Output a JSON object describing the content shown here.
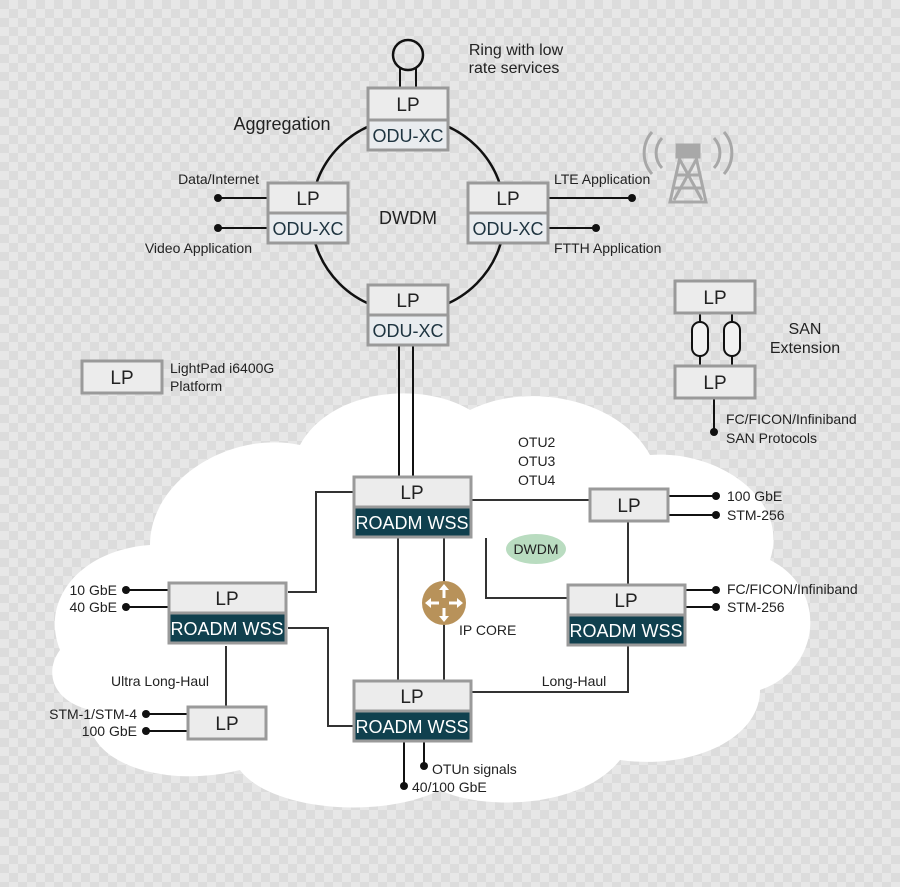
{
  "nodes": {
    "lp": "LP",
    "odu_xc": "ODU-XC",
    "roadm_wss": "ROADM WSS"
  },
  "labels": {
    "ring_low_rate_1": "Ring with low",
    "ring_low_rate_2": "rate services",
    "aggregation": "Aggregation",
    "data_internet": "Data/Internet",
    "video_application": "Video Application",
    "dwdm_ring": "DWDM",
    "lte_application": "LTE Application",
    "ftth_application": "FTTH Application",
    "san_extension_1": "SAN",
    "san_extension_2": "Extension",
    "fc_ficon_1": "FC/FICON/Infiniband",
    "san_protocols": "SAN Protocols",
    "lightpad_1": "LightPad i6400G",
    "lightpad_2": "Platform",
    "otu2": "OTU2",
    "otu3": "OTU3",
    "otu4": "OTU4",
    "gbe100": "100 GbE",
    "stm256_a": "STM-256",
    "dwdm_badge": "DWDM",
    "gbe10": "10 GbE",
    "gbe40": "40 GbE",
    "fc_ficon_2": "FC/FICON/Infiniband",
    "stm256_b": "STM-256",
    "ip_core": "IP CORE",
    "ultra_long_haul": "Ultra Long-Haul",
    "long_haul": "Long-Haul",
    "stm1_stm4": "STM-1/STM-4",
    "gbe100_b": "100 GbE",
    "otun_signals": "OTUn signals",
    "gbe40_100": "40/100 GbE"
  },
  "colors": {
    "roadm_bar": "#10404e",
    "odu_bar": "#e9ecef",
    "lp_box": "#ececec",
    "ip_core": "#b8925a",
    "dwdm_badge": "#b9dcc0",
    "cloud": "#ffffff"
  }
}
